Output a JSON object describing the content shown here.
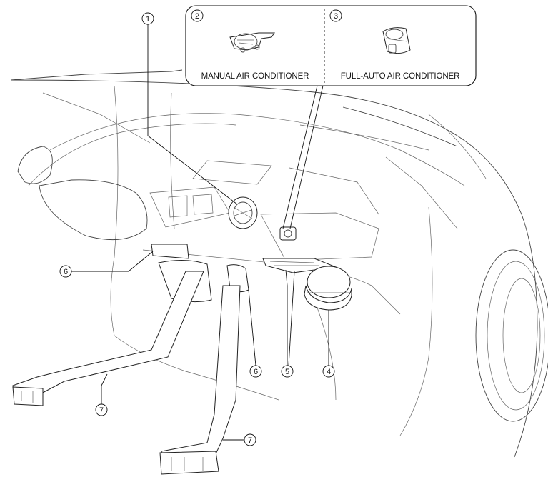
{
  "diagram": {
    "callouts": [
      {
        "id": "c1",
        "number": "1"
      },
      {
        "id": "c2",
        "number": "2"
      },
      {
        "id": "c3",
        "number": "3"
      },
      {
        "id": "c4",
        "number": "4"
      },
      {
        "id": "c5",
        "number": "5"
      },
      {
        "id": "c6a",
        "number": "6"
      },
      {
        "id": "c6b",
        "number": "6"
      },
      {
        "id": "c7a",
        "number": "7"
      },
      {
        "id": "c7b",
        "number": "7"
      }
    ],
    "inset": {
      "left_caption": "MANUAL AIR CONDITIONER",
      "right_caption": "FULL-AUTO AIR CONDITIONER"
    },
    "colors": {
      "line": "#444444",
      "background": "#ffffff"
    }
  }
}
